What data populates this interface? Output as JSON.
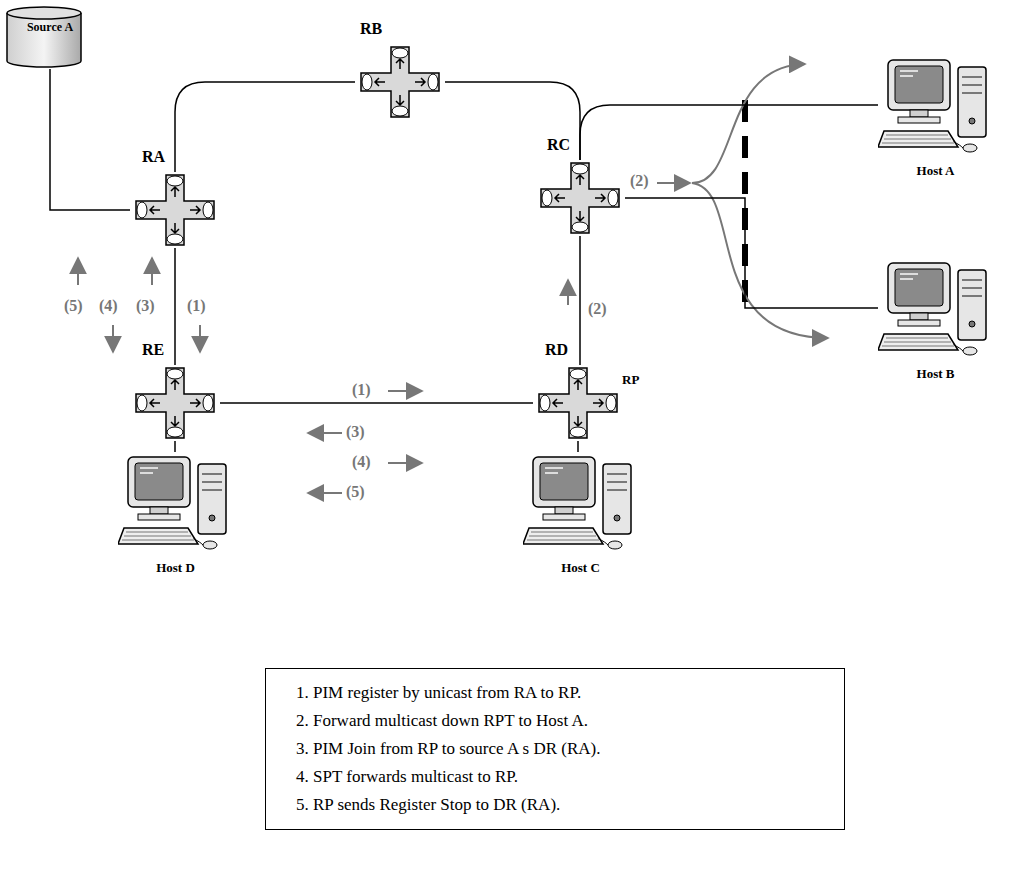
{
  "diagram": {
    "nodes": [
      {
        "text": [
          "Source A"
        ]
      },
      {
        "text": [
          "RA"
        ]
      },
      {
        "text": [
          "RB"
        ]
      },
      {
        "text": [
          "RC"
        ]
      },
      {
        "text": [
          "RD"
        ]
      },
      {
        "text": [
          "RE"
        ]
      },
      {
        "text": [
          "Host A"
        ]
      },
      {
        "text": [
          "Host B"
        ]
      },
      {
        "text": [
          "Host D"
        ]
      },
      {
        "text": [
          "Host C"
        ]
      },
      {
        "text": [
          "1. PIM register by unicast from RA to RP.",
          "2. Forward multicast down RPT to Host A.",
          "3. PIM Join from RP to source A s DR (RA).",
          "4. SPT forwards multicast to RP.",
          "5. RP sends Register Stop to DR (RA)."
        ]
      }
    ],
    "edges": [
      {
        "from": 0,
        "to": 1,
        "arrow": "none"
      },
      {
        "from": 1,
        "to": 2,
        "arrow": "none"
      },
      {
        "from": 2,
        "to": 3,
        "arrow": "none"
      },
      {
        "from": 1,
        "to": 5,
        "arrow": "none"
      },
      {
        "from": 5,
        "to": 4,
        "arrow": "none"
      },
      {
        "from": 3,
        "to": 4,
        "arrow": "none"
      },
      {
        "from": 3,
        "to": 6,
        "arrow": "none"
      },
      {
        "from": 3,
        "to": 7,
        "arrow": "none"
      },
      {
        "from": 5,
        "to": 8,
        "arrow": "none"
      },
      {
        "from": 4,
        "to": 9,
        "arrow": "none"
      }
    ],
    "labels": [
      "RP",
      "(5)",
      "(4)",
      "(3)",
      "(1)",
      "(2)",
      "(2)",
      "(1)",
      "(3)",
      "(4)",
      "(5)"
    ]
  }
}
